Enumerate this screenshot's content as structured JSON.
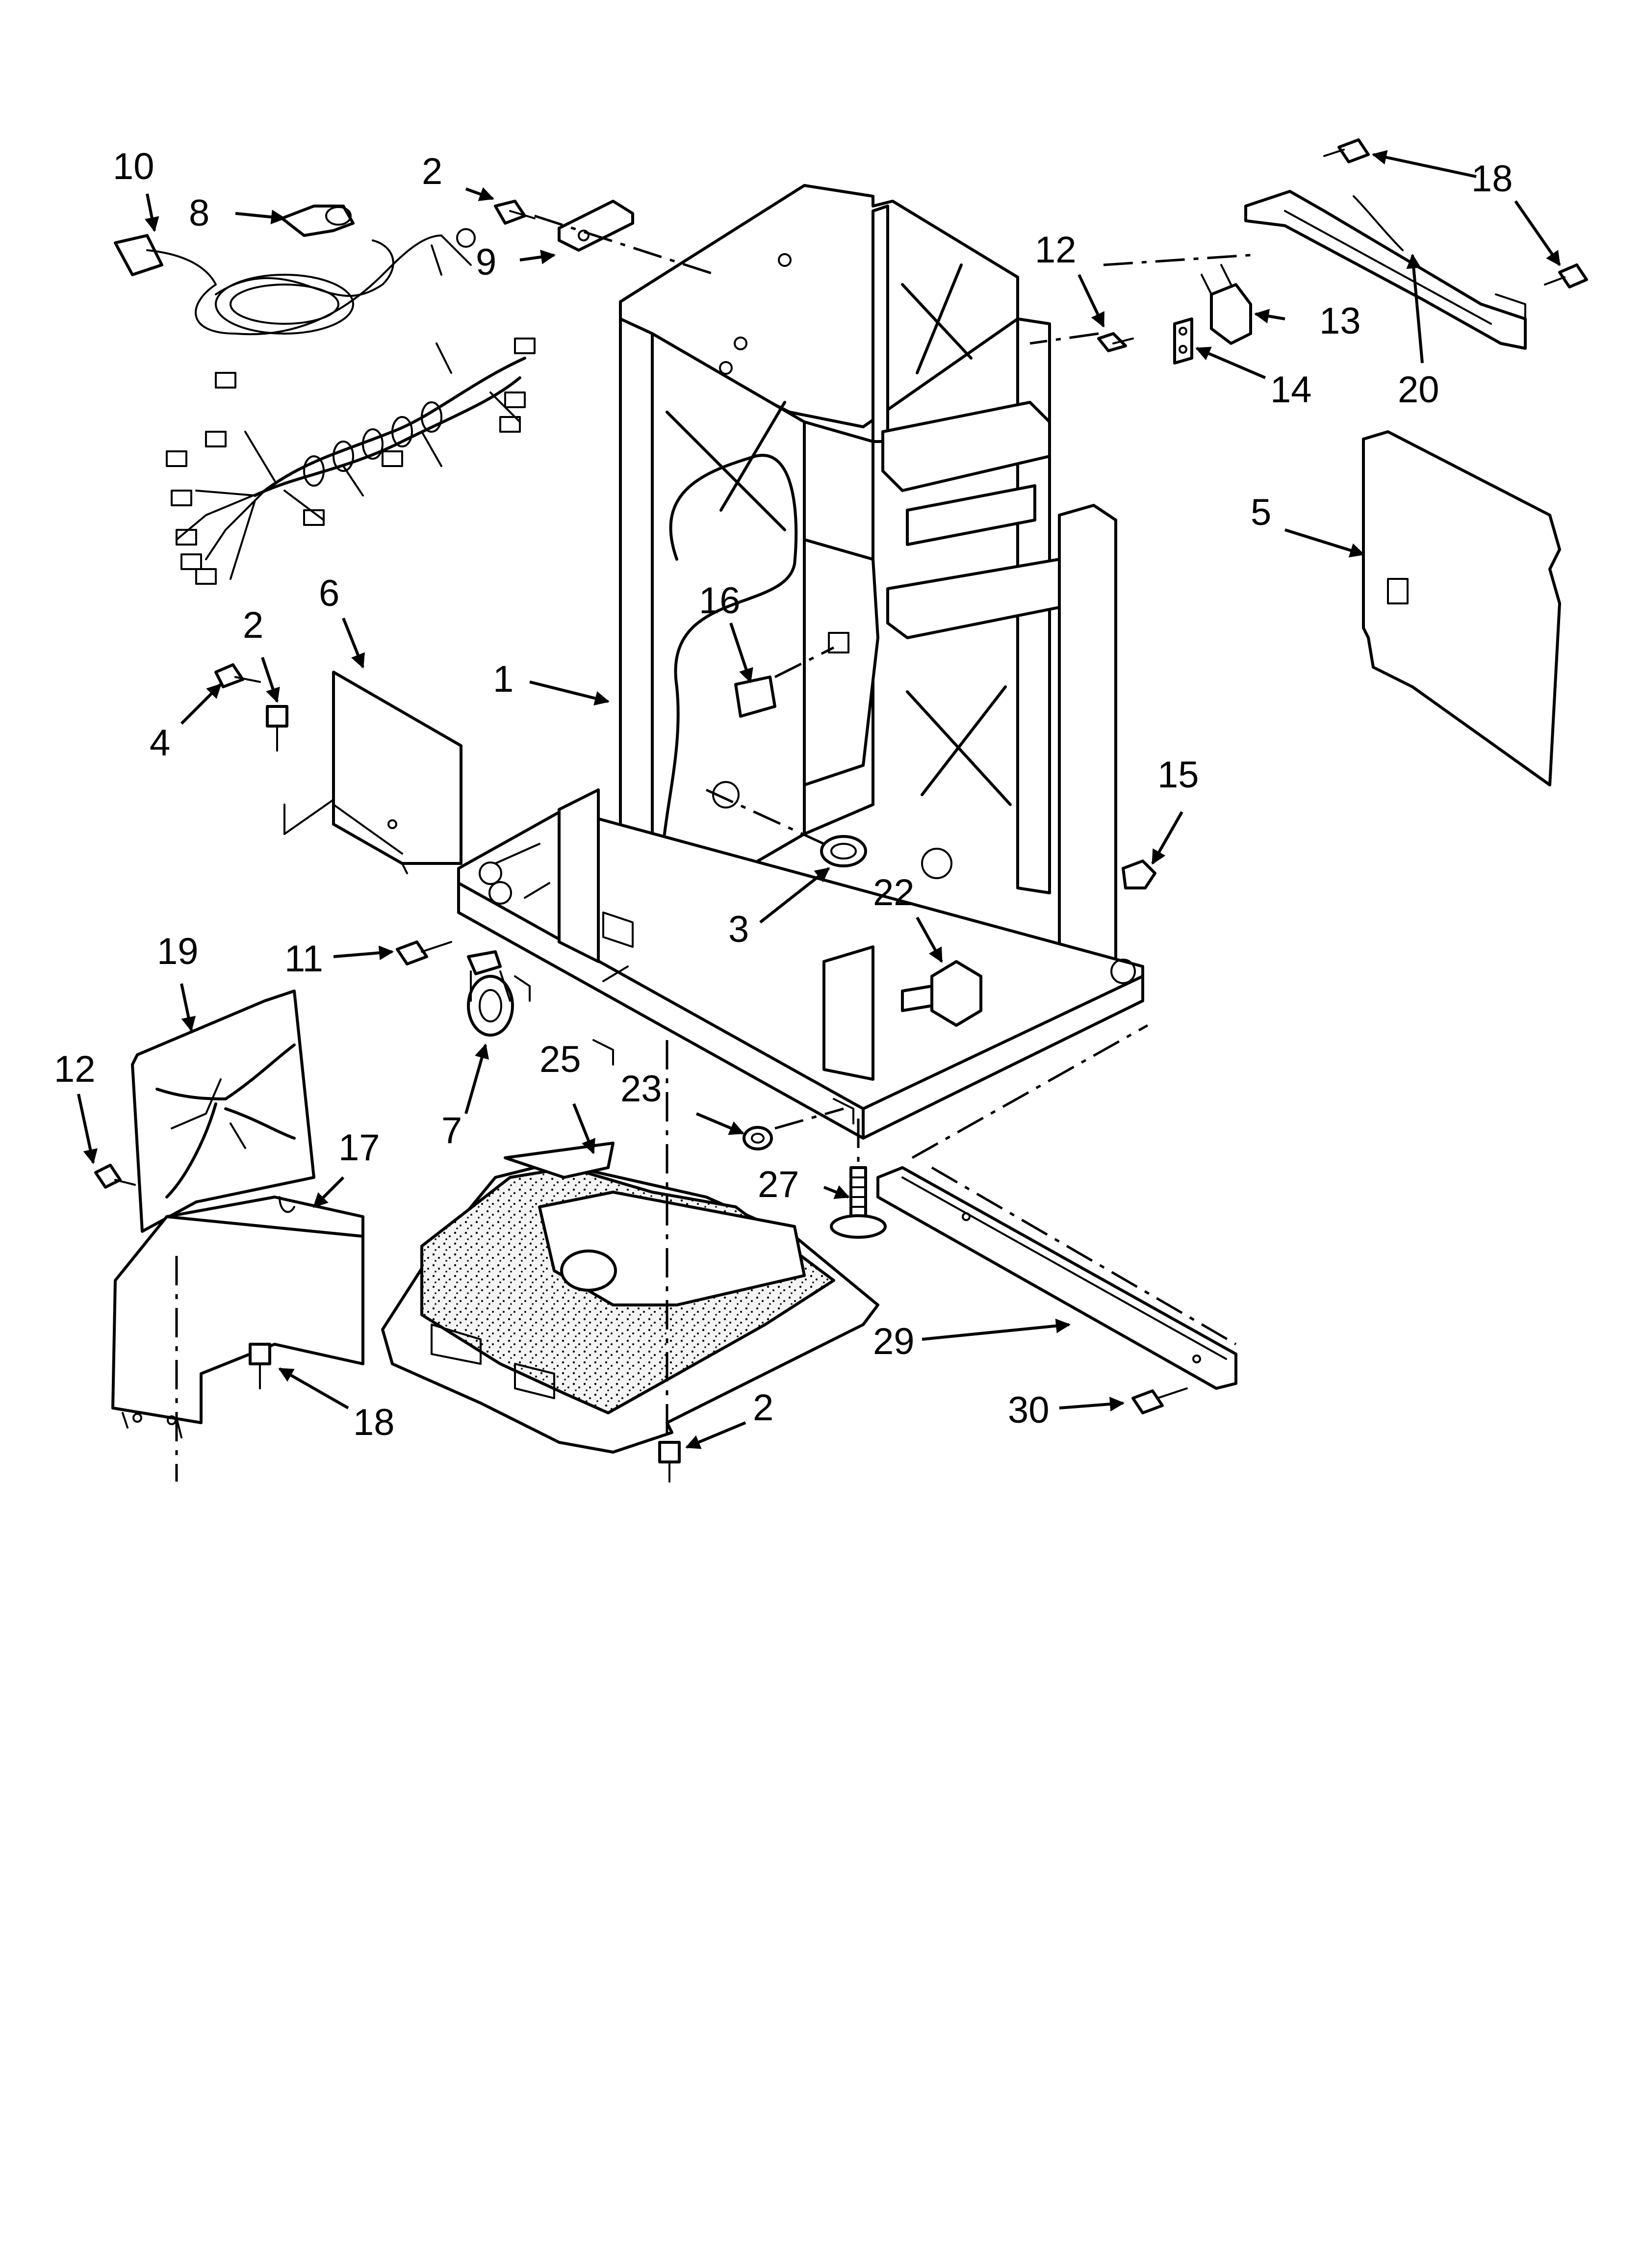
{
  "callouts": [
    {
      "id": "c10",
      "label": "10"
    },
    {
      "id": "c8",
      "label": "8"
    },
    {
      "id": "c2a",
      "label": "2"
    },
    {
      "id": "c9",
      "label": "9"
    },
    {
      "id": "c12a",
      "label": "12"
    },
    {
      "id": "c18a",
      "label": "18"
    },
    {
      "id": "c13",
      "label": "13"
    },
    {
      "id": "c14",
      "label": "14"
    },
    {
      "id": "c20",
      "label": "20"
    },
    {
      "id": "c5",
      "label": "5"
    },
    {
      "id": "c6",
      "label": "6"
    },
    {
      "id": "c2b",
      "label": "2"
    },
    {
      "id": "c4",
      "label": "4"
    },
    {
      "id": "c1",
      "label": "1"
    },
    {
      "id": "c16",
      "label": "16"
    },
    {
      "id": "c15",
      "label": "15"
    },
    {
      "id": "c3",
      "label": "3"
    },
    {
      "id": "c22",
      "label": "22"
    },
    {
      "id": "c19",
      "label": "19"
    },
    {
      "id": "c11",
      "label": "11"
    },
    {
      "id": "c7",
      "label": "7"
    },
    {
      "id": "c25",
      "label": "25"
    },
    {
      "id": "c23",
      "label": "23"
    },
    {
      "id": "c12b",
      "label": "12"
    },
    {
      "id": "c17",
      "label": "17"
    },
    {
      "id": "c27",
      "label": "27"
    },
    {
      "id": "c29",
      "label": "29"
    },
    {
      "id": "c18b",
      "label": "18"
    },
    {
      "id": "c2c",
      "label": "2"
    },
    {
      "id": "c30",
      "label": "30"
    }
  ]
}
